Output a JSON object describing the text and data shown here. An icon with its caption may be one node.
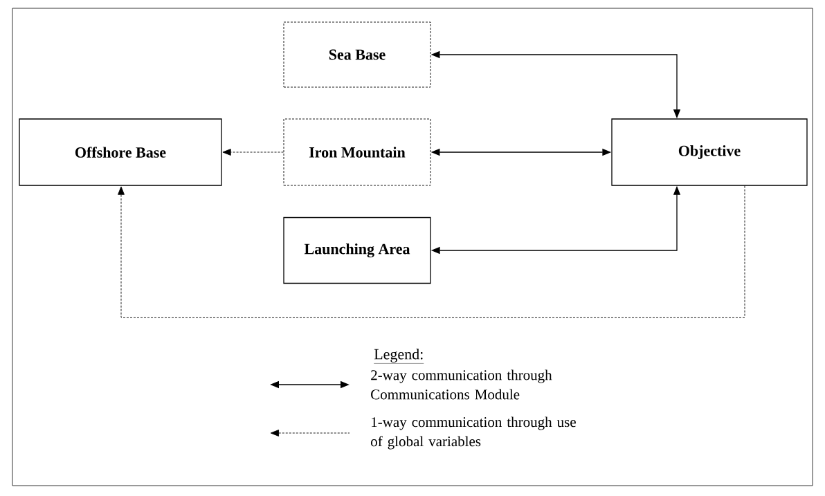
{
  "diagram": {
    "nodes": [
      {
        "text": [
          "Sea Base"
        ]
      },
      {
        "text": [
          "Offshore Base"
        ]
      },
      {
        "text": [
          "Iron Mountain"
        ]
      },
      {
        "text": [
          "Objective"
        ]
      },
      {
        "text": [
          "Launching Area"
        ]
      }
    ],
    "edges": [
      {
        "from": 0,
        "to": 3,
        "arrow": "both"
      },
      {
        "from": 2,
        "to": 1,
        "arrow": "to",
        "style": "dashed"
      },
      {
        "from": 2,
        "to": 3,
        "arrow": "both"
      },
      {
        "from": 4,
        "to": 3,
        "arrow": "both"
      },
      {
        "from": 3,
        "to": 1,
        "arrow": "to",
        "style": "dashed"
      }
    ],
    "labels": [
      "Legend:"
    ],
    "legend": [
      {
        "text": "2-way communication through Communications Module"
      },
      {
        "text": "1-way communication through use of global variables"
      }
    ]
  }
}
